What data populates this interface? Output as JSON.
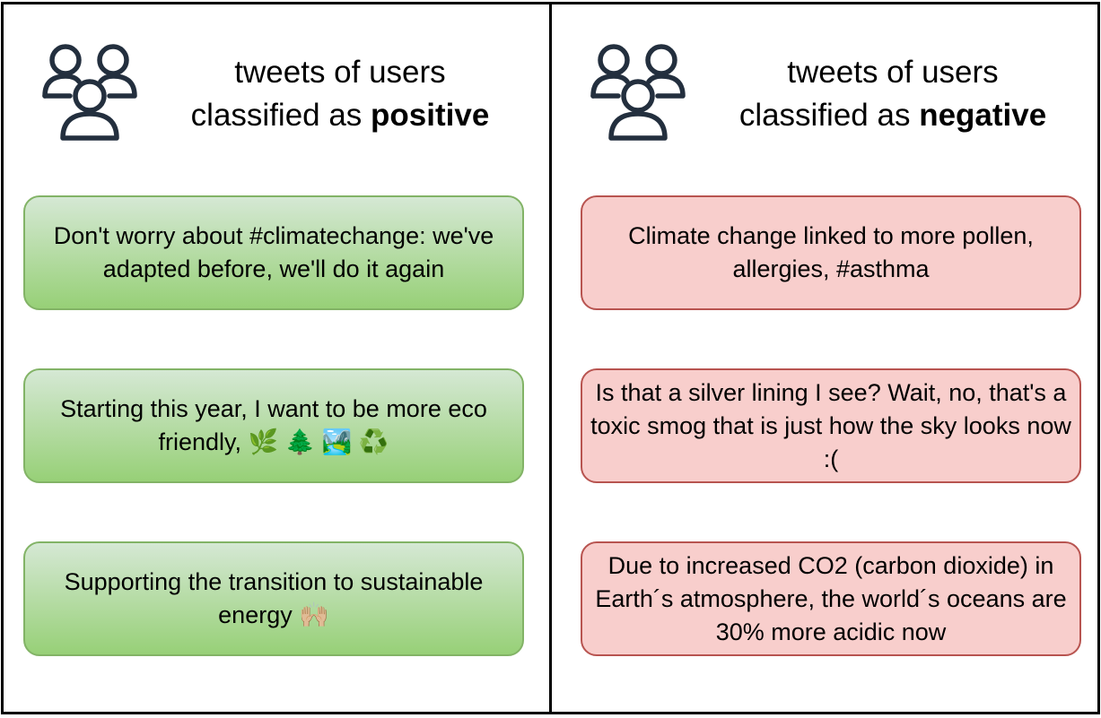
{
  "panels": [
    {
      "id": "positive",
      "header_prefix_line1": "tweets of users",
      "header_prefix_line2": "classified as ",
      "classification": "positive",
      "tweets": [
        "Don't worry about #climatechange: we've adapted before, we'll do it again",
        "Starting this year, I want to be more eco friendly, 🌿 🌲 🏞️ ♻️",
        "Supporting the transition to sustainable energy 🙌🏼"
      ]
    },
    {
      "id": "negative",
      "header_prefix_line1": "tweets of users",
      "header_prefix_line2": "classified as ",
      "classification": "negative",
      "tweets": [
        "Climate change linked to more pollen, allergies, #asthma",
        "Is that a silver lining I see? Wait, no, that's a toxic smog that is just how the sky looks now :(",
        "Due to increased CO2 (carbon dioxide) in Earth´s atmosphere, the world´s oceans are 30% more acidic now"
      ]
    }
  ],
  "icons": {
    "users": "users-group-icon"
  },
  "colors": {
    "positive_fill_top": "#d5e8d4",
    "positive_fill_bottom": "#97d077",
    "positive_border": "#82b366",
    "negative_fill": "#f8cecc",
    "negative_border": "#b85450",
    "icon_stroke": "#232f3e"
  }
}
